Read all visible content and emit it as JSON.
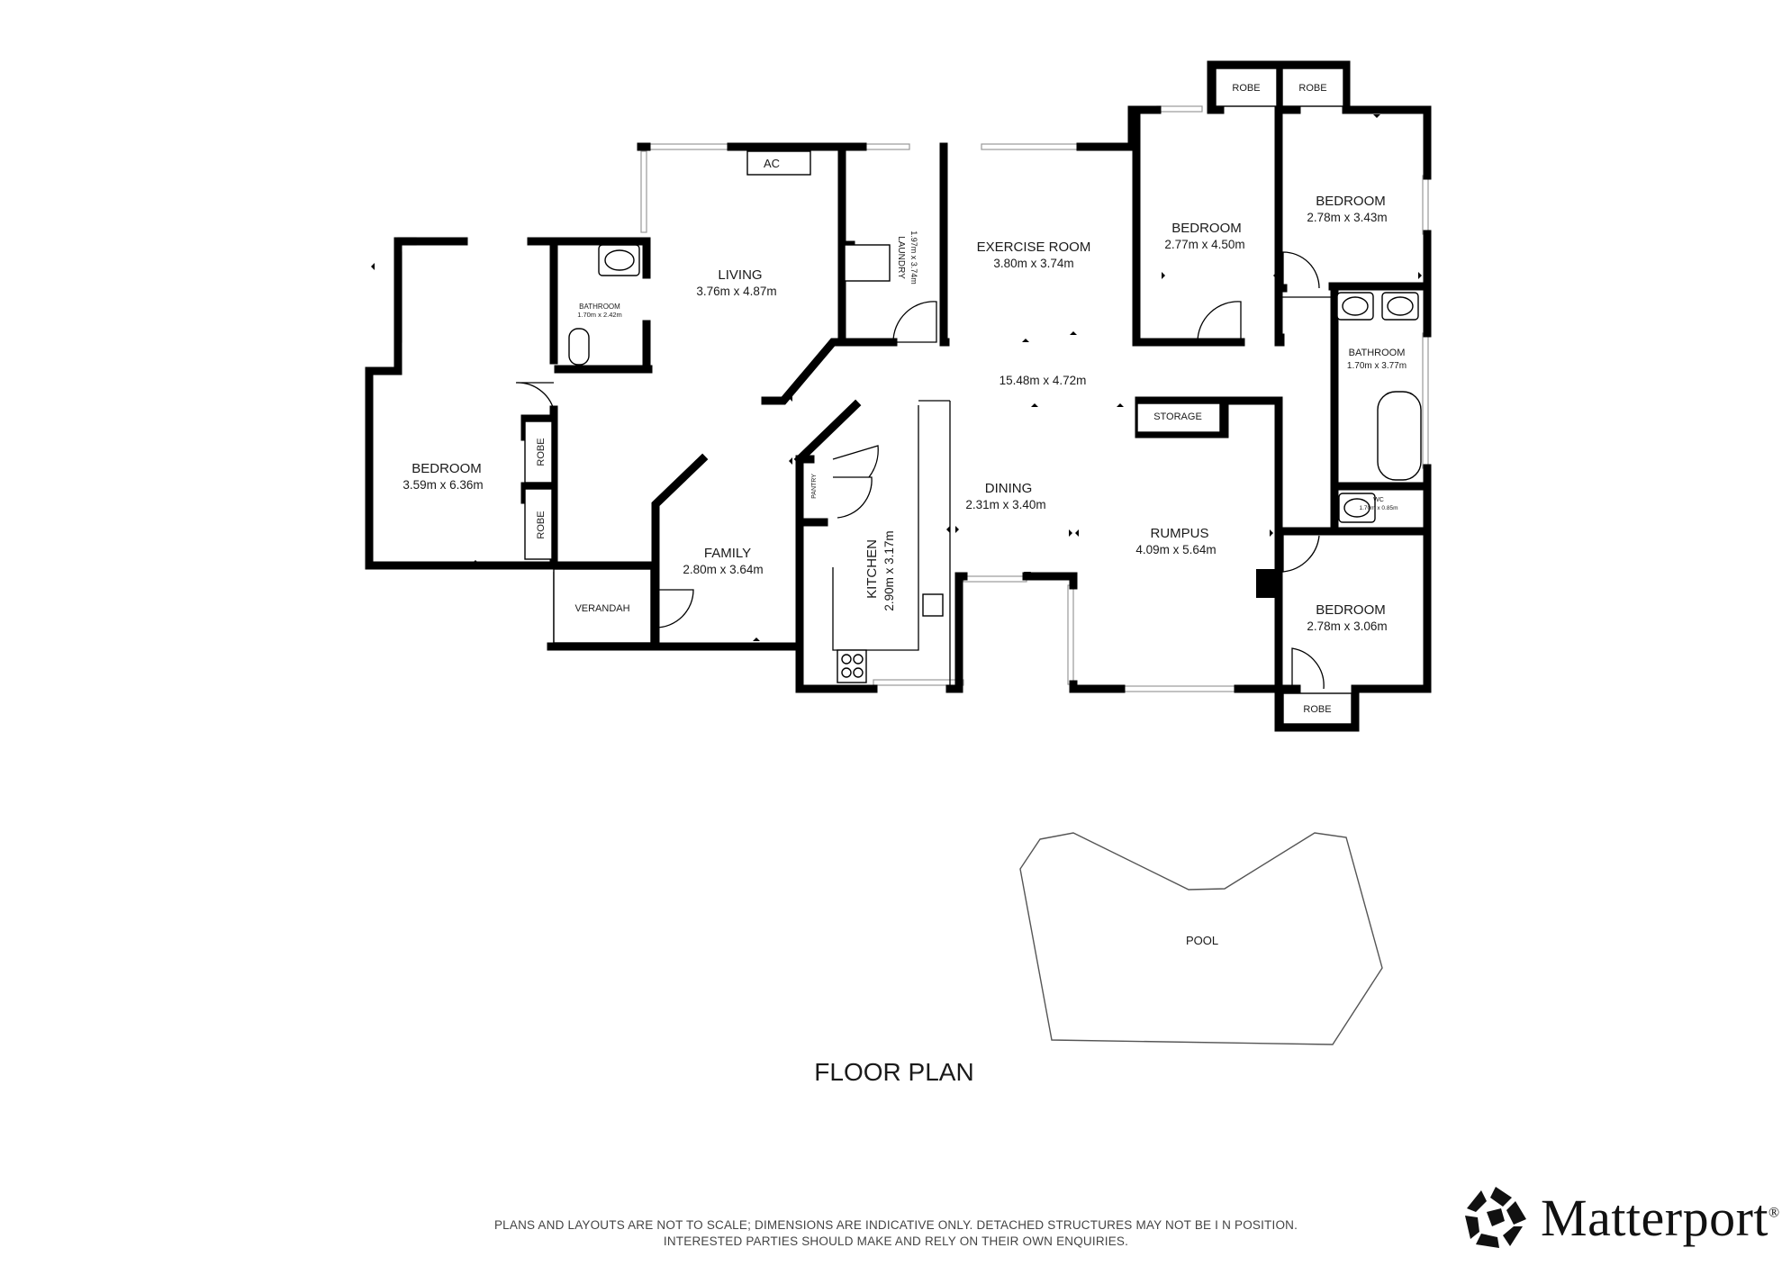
{
  "title": "FLOOR PLAN",
  "disclaimer": {
    "line1": "PLANS AND LAYOUTS ARE NOT TO SCALE; DIMENSIONS ARE INDICATIVE ONLY. DETACHED STRUCTURES MAY NOT BE I                          N POSITION.",
    "line2": "INTERESTED PARTIES SHOULD MAKE AND RELY ON THEIR OWN ENQUIRIES."
  },
  "brand": {
    "name": "Matterport",
    "mark": "®"
  },
  "rooms": {
    "bedroom_west": {
      "name": "BEDROOM",
      "size": "3.59m x 6.36m"
    },
    "bathroom_west": {
      "name": "BATHROOM",
      "size": "1.70m x 2.42m"
    },
    "living": {
      "name": "LIVING",
      "size": "3.76m x 4.87m"
    },
    "family": {
      "name": "FAMILY",
      "size": "2.80m x 3.64m"
    },
    "laundry": {
      "name": "LAUNDRY",
      "size": "1.97m x 3.74m"
    },
    "exercise": {
      "name": "EXERCISE ROOM",
      "size": "3.80m x 3.74m"
    },
    "open_area": {
      "size": "15.48m x 4.72m"
    },
    "kitchen": {
      "name": "KITCHEN",
      "size": "2.90m x 3.17m"
    },
    "dining": {
      "name": "DINING",
      "size": "2.31m x 3.40m"
    },
    "rumpus": {
      "name": "RUMPUS",
      "size": "4.09m x 5.64m"
    },
    "bedroom_n1": {
      "name": "BEDROOM",
      "size": "2.77m x 4.50m"
    },
    "bedroom_n2": {
      "name": "BEDROOM",
      "size": "2.78m x 3.43m"
    },
    "bathroom_east": {
      "name": "BATHROOM",
      "size": "1.70m x 3.77m"
    },
    "wc": {
      "name": "WC",
      "size": "1.70m x 0.85m"
    },
    "bedroom_se": {
      "name": "BEDROOM",
      "size": "2.78m x 3.06m"
    }
  },
  "labels": {
    "ac": "AC",
    "verandah": "VERANDAH",
    "storage": "STORAGE",
    "pantry": "PANTRY",
    "robe": "ROBE",
    "pool": "POOL"
  }
}
